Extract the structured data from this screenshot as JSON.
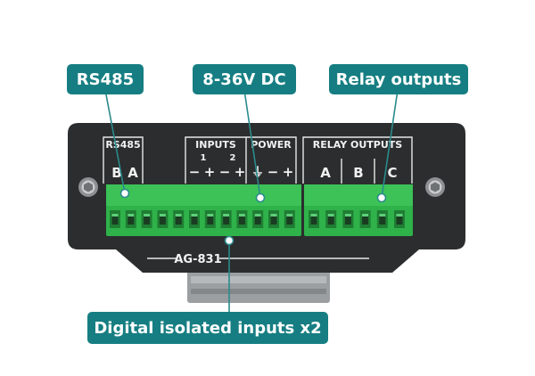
{
  "callouts": {
    "rs485": "RS485",
    "power": "8-36V DC",
    "relay": "Relay outputs",
    "digital": "Digital isolated inputs x2"
  },
  "panel": {
    "rs485_header": "RS485",
    "inputs_header": "INPUTS",
    "power_header": "POWER",
    "relay_header": "RELAY OUTPUTS",
    "input_1": "1",
    "input_2": "2",
    "rs485_b": "B",
    "rs485_a": "A",
    "minus": "−",
    "plus": "+",
    "ground": "⏚",
    "relay_a": "A",
    "relay_b": "B",
    "relay_c": "C",
    "model": "AG-831"
  },
  "colors": {
    "callout_bg": "#167e82",
    "panel_bg": "#2b2d2e",
    "terminal_green": "#2fb24a",
    "leader_line": "#2a8a8c"
  }
}
